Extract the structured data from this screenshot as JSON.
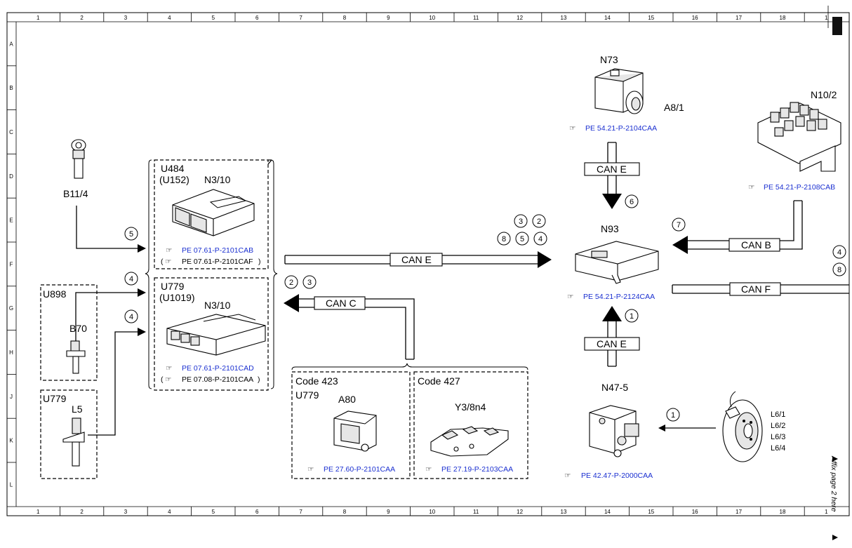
{
  "frame": {
    "columns": [
      "1",
      "2",
      "3",
      "4",
      "5",
      "6",
      "7",
      "8",
      "9",
      "10",
      "11",
      "12",
      "13",
      "14",
      "15",
      "16",
      "17",
      "18",
      "1"
    ],
    "rows": [
      "A",
      "B",
      "C",
      "D",
      "E",
      "F",
      "G",
      "H",
      "J",
      "K",
      "L"
    ],
    "affix_note": "Affix page 2 here"
  },
  "modules": {
    "n73": {
      "label": "N73"
    },
    "a8_1": {
      "label": "A8/1"
    },
    "n10_2": {
      "label": "N10/2"
    },
    "n93": {
      "label": "N93"
    },
    "n47_5": {
      "label": "N47-5"
    },
    "b11_4": {
      "label": "B11/4"
    },
    "b70": {
      "label": "B70"
    },
    "l5": {
      "label": "L5"
    },
    "l6": {
      "labels": [
        "L6/1",
        "L6/2",
        "L6/3",
        "L6/4"
      ]
    },
    "u484_group": {
      "code": "U484",
      "alt": "(U152)",
      "label": "N3/10"
    },
    "u779_group": {
      "code": "U779",
      "alt": "(U1019)",
      "label": "N3/10"
    },
    "u898_box": {
      "code": "U898"
    },
    "u779_box": {
      "code": "U779"
    },
    "code423": {
      "code": "Code 423",
      "sub": "U779",
      "label": "A80"
    },
    "code427": {
      "code": "Code 427",
      "label": "Y3/8n4"
    }
  },
  "refs": {
    "n73": "PE 54.21-P-2104CAA",
    "n10_2": "PE 54.21-P-2108CAB",
    "n93": "PE 54.21-P-2124CAA",
    "n47_5": "PE 42.47-P-2000CAA",
    "u484_a": "PE 07.61-P-2101CAB",
    "u484_b": "PE 07.61-P-2101CAF",
    "u779_a": "PE 07.61-P-2101CAD",
    "u779_b": "PE 07.08-P-2101CAA",
    "a80": "PE 27.60-P-2101CAA",
    "y38n4": "PE 27.19-P-2103CAA"
  },
  "buses": {
    "can_e_top": "CAN E",
    "can_e_mid": "CAN E",
    "can_e_bottom": "CAN E",
    "can_c": "CAN C",
    "can_b": "CAN B",
    "can_f": "CAN F"
  },
  "markers": {
    "m_n73": "6",
    "m_canb": "7",
    "m_bot1": "1",
    "m_n47": "1",
    "m_b114": "5",
    "m_b70": "4",
    "m_l5": "4",
    "m_canc_a": "2",
    "m_canc_b": "3",
    "m_cane_3": "3",
    "m_cane_2": "2",
    "m_cane_8": "8",
    "m_cane_5": "5",
    "m_cane_4": "4",
    "m_right_4": "4",
    "m_right_8": "8"
  },
  "colors": {
    "ref_link": "#1a2fd0",
    "line": "#000000"
  }
}
